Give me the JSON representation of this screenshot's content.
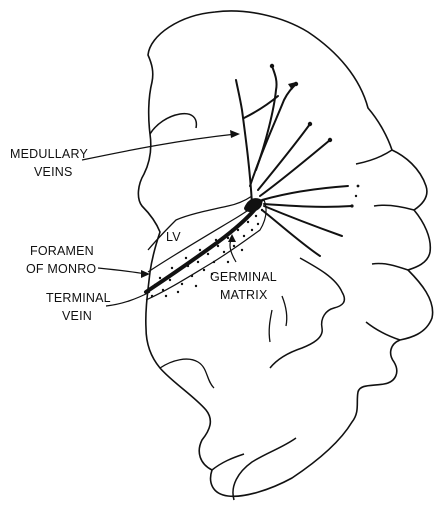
{
  "labels": {
    "medullary_veins_1": "MEDULLARY",
    "medullary_veins_2": "VEINS",
    "lv": "LV",
    "foramen_1": "FORAMEN",
    "foramen_2": "OF MONRO",
    "terminal_1": "TERMINAL",
    "terminal_2": "VEIN",
    "germinal_1": "GERMINAL",
    "germinal_2": "MATRIX"
  },
  "colors": {
    "ink": "#111111",
    "background": "#ffffff"
  }
}
